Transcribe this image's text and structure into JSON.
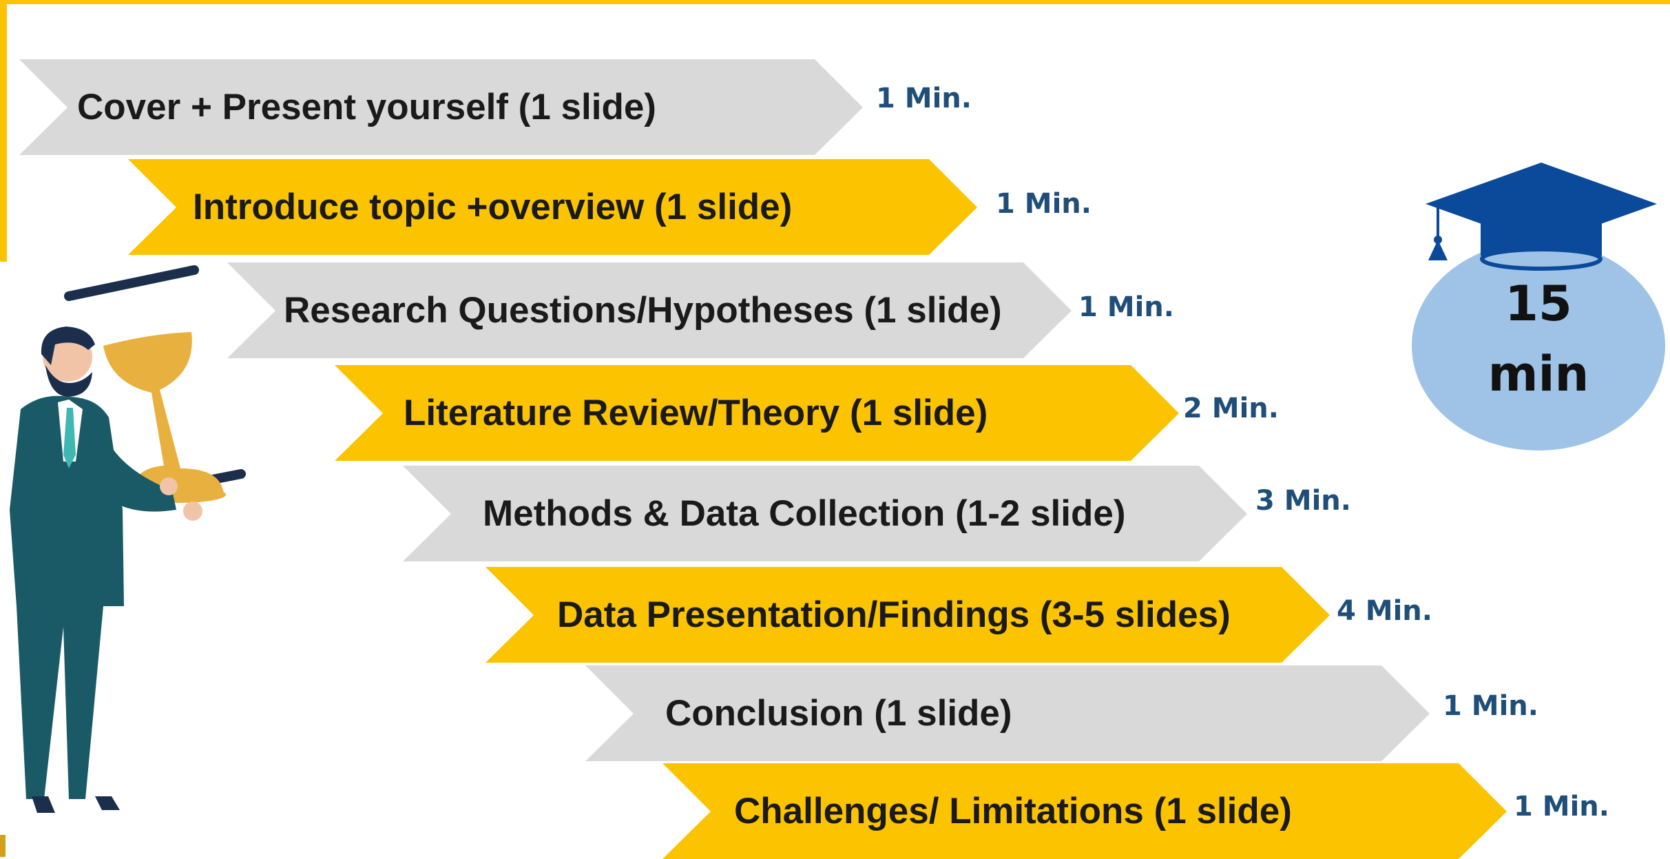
{
  "steps": [
    {
      "label": "Cover + Present yourself (1 slide)",
      "duration": "1 Min."
    },
    {
      "label": "Introduce topic +overview (1 slide)",
      "duration": "1 Min."
    },
    {
      "label": "Research Questions/Hypotheses (1 slide)",
      "duration": "1 Min."
    },
    {
      "label": "Literature Review/Theory (1 slide)",
      "duration": "2 Min."
    },
    {
      "label": "Methods & Data Collection (1-2 slide)",
      "duration": "3 Min."
    },
    {
      "label": "Data Presentation/Findings (3-5 slides)",
      "duration": "4 Min."
    },
    {
      "label": "Conclusion (1 slide)",
      "duration": "1 Min."
    },
    {
      "label": "Challenges/ Limitations (1 slide)",
      "duration": "1 Min."
    }
  ],
  "total": {
    "value": "15",
    "unit": "min"
  },
  "colors": {
    "gray_step": "#D9D9D9",
    "yellow_step": "#FBC300",
    "duration_text": "#1F4E79",
    "badge_circle": "#9FC3E6",
    "cap": "#0B4A9A"
  },
  "icons": {
    "cap": "graduation-cap-icon",
    "figure": "businessman-hourglass-illustration"
  }
}
